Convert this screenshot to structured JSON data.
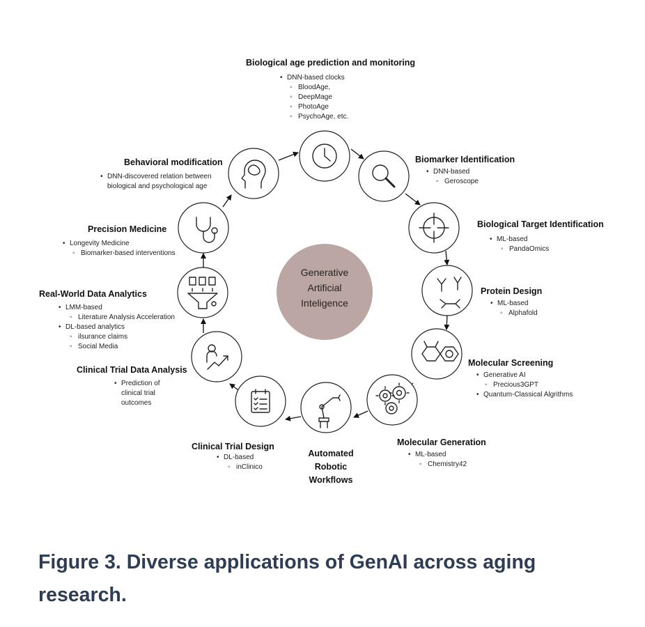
{
  "center": {
    "line1": "Generative",
    "line2": "Artificial",
    "line3": "Inteligence"
  },
  "nodes": {
    "bio_age": {
      "title": "Biological age prediction and monitoring",
      "l1": "DNN-based clocks",
      "l2": "BloodAge,",
      "l3": "DeepMage",
      "l4": "PhotoAge",
      "l5": "PsychoAge, etc."
    },
    "biomarker": {
      "title": "Biomarker Identification",
      "l1": "DNN-based",
      "l2": "Geroscope"
    },
    "target": {
      "title": "Biological Target Identification",
      "l1": "ML-based",
      "l2": "PandaOmics"
    },
    "protein": {
      "title": "Protein Design",
      "l1": "ML-based",
      "l2": "Alphafold"
    },
    "screening": {
      "title": "Molecular Screening",
      "l1": "Generative AI",
      "l2": "Precious3GPT",
      "l3": "Quantum-Classical  Algrithms"
    },
    "generation": {
      "title": "Molecular Generation",
      "l1": "ML-based",
      "l2": "Chemistry42"
    },
    "robotic": {
      "line1": "Automated",
      "line2": "Robotic",
      "line3": "Workflows"
    },
    "trial_design": {
      "title": "Clinical Trial Design",
      "l1": "DL-based",
      "l2": "inClinico"
    },
    "trial_analysis": {
      "title": "Clinical Trial  Data Analysis",
      "l1": "Prediction  of",
      "l2": "clinical trial",
      "l3": "outcomes"
    },
    "rwd": {
      "title": "Real-World Data Analytics",
      "l1": "LMM-based",
      "l2": "Literature Analysis Acceleration",
      "l3": "DL-based analytics",
      "l4": "ilsurance claims",
      "l5": "Social Media"
    },
    "precision": {
      "title": "Precision Medicine",
      "l1": "Longevity Medicine",
      "l2": "Biomarker-based interventions"
    },
    "behavior": {
      "title": "Behavioral modification",
      "l1": "DNN-discovered relation between",
      "l2": "biological and psychological age"
    }
  },
  "icons": [
    "clock-icon",
    "magnifier-icon",
    "crosshair-icon",
    "antibody-icon",
    "molecule-icon",
    "gears-icon",
    "robot-arm-icon",
    "checklist-icon",
    "person-chart-icon",
    "funnel-icon",
    "stethoscope-icon",
    "head-brain-icon"
  ],
  "colors": {
    "center_fill": "#bca6a3",
    "ring_stroke": "#222222",
    "caption": "#2e3d54"
  },
  "caption": "Figure 3. Diverse applications of GenAI across aging research."
}
